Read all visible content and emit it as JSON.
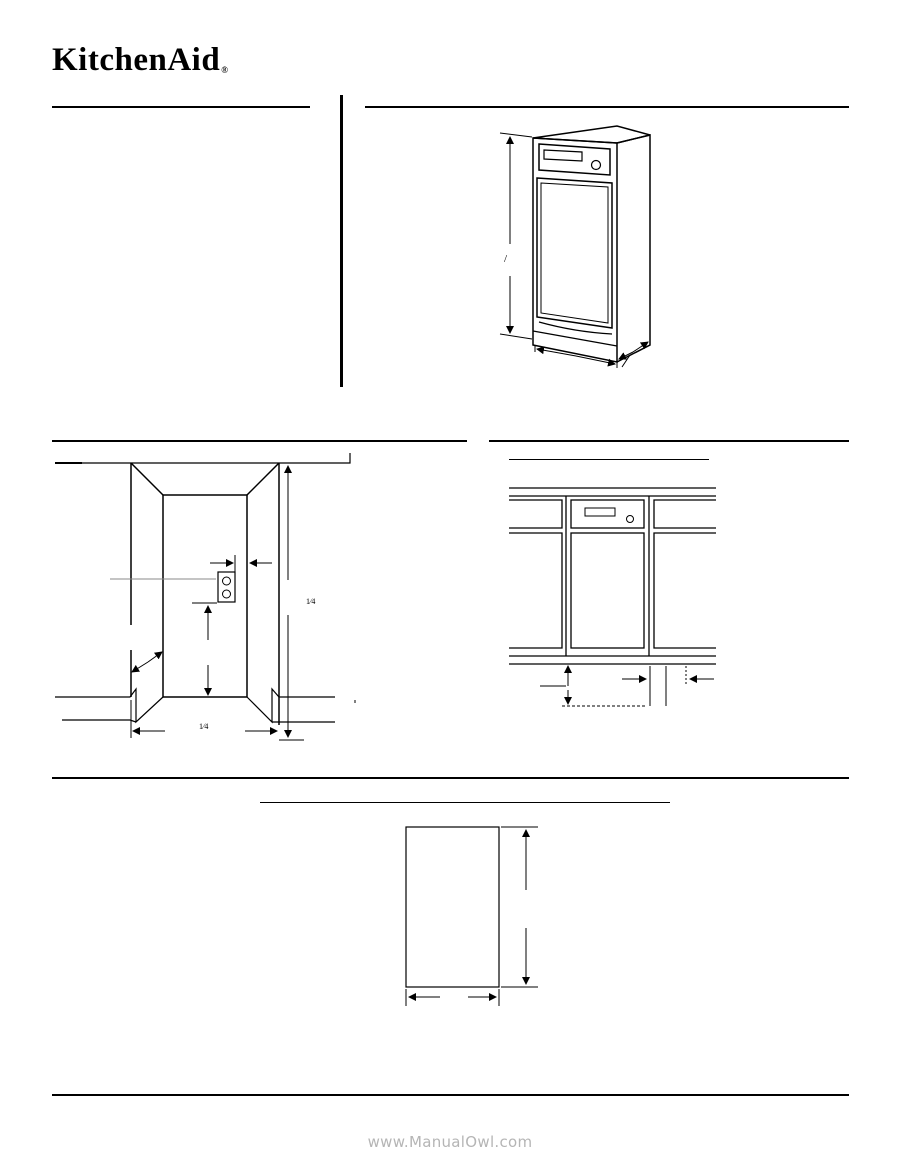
{
  "header": {
    "brand": "KitchenAid",
    "registered_mark": "®"
  },
  "labels": {
    "height_mark": "/",
    "cutout_width_fraction": "1⁄4",
    "cutout_height_fraction": "1⁄4"
  },
  "footer": {
    "watermark": "www.ManualOwl.com"
  }
}
